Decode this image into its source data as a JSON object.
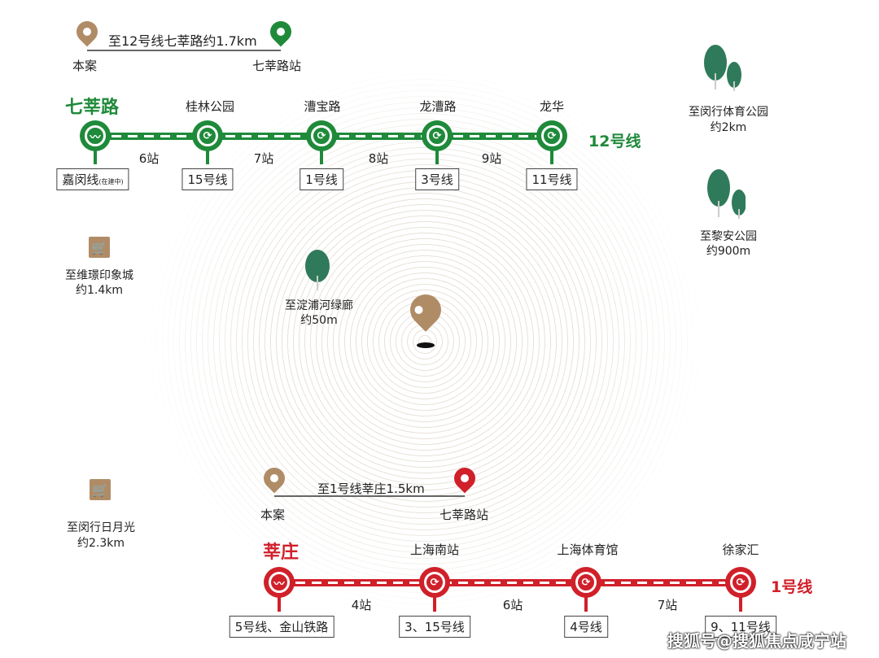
{
  "colors": {
    "green": "#1e8a3a",
    "red": "#d0202a",
    "gold": "#b08c66"
  },
  "green_route": {
    "distance": "至12号线七莘路约1.7km",
    "from": "本案",
    "to": "七莘路站"
  },
  "line12": {
    "name": "12号线",
    "stations": [
      {
        "name": "七莘路",
        "transfer": "嘉闵线",
        "note": "(在建中)"
      },
      {
        "name": "桂林公园",
        "transfer": "15号线"
      },
      {
        "name": "漕宝路",
        "transfer": "1号线"
      },
      {
        "name": "龙漕路",
        "transfer": "3号线"
      },
      {
        "name": "龙华",
        "transfer": "11号线"
      }
    ],
    "gaps": [
      "6站",
      "7站",
      "8站",
      "9站"
    ]
  },
  "red_route": {
    "distance": "至1号线莘庄1.5km",
    "from": "本案",
    "to": "七莘路站"
  },
  "line1": {
    "name": "1号线",
    "stations": [
      {
        "name": "莘庄",
        "transfer": "5号线、金山铁路"
      },
      {
        "name": "上海南站",
        "transfer": "3、15号线"
      },
      {
        "name": "上海体育馆",
        "transfer": "4号线"
      },
      {
        "name": "徐家汇",
        "transfer": "9、11号线"
      }
    ],
    "gaps": [
      "4站",
      "6站",
      "7站"
    ]
  },
  "pois": [
    {
      "name": "至闵行体育公园",
      "dist": "约2km",
      "icon": "tree-icon"
    },
    {
      "name": "至黎安公园",
      "dist": "约900m",
      "icon": "tree-icon"
    },
    {
      "name": "至维璟印象城",
      "dist": "约1.4km",
      "icon": "shopping-cart-icon"
    },
    {
      "name": "至淀浦河绿廊",
      "dist": "约50m",
      "icon": "tree-icon"
    },
    {
      "name": "至闵行日月光",
      "dist": "约2.3km",
      "icon": "shopping-cart-icon"
    }
  ],
  "watermark": "搜狐号@搜狐焦点咸宁站"
}
